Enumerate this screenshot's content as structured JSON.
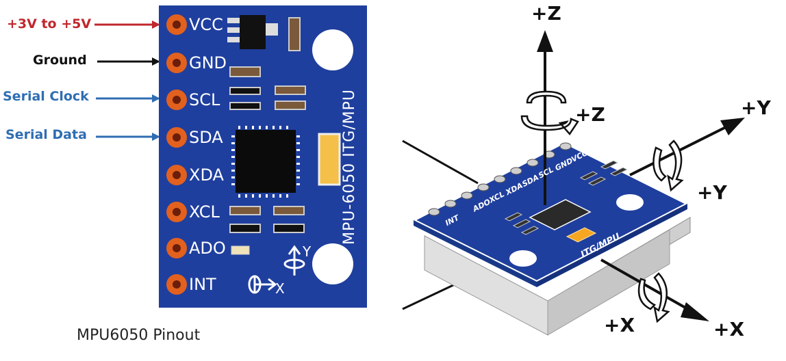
{
  "left_labels": {
    "vcc_desc": "+3V to +5V",
    "gnd_desc": "Ground",
    "scl_desc": "Serial Clock",
    "sda_desc": "Serial Data"
  },
  "pins": [
    "VCC",
    "GND",
    "SCL",
    "SDA",
    "XDA",
    "XCL",
    "ADO",
    "INT"
  ],
  "board_text": "MPU-6050 ITG/MPU",
  "board_axes": {
    "x": "X",
    "y": "Y"
  },
  "caption": "MPU6050 Pinout",
  "axes": {
    "z_top": "+Z",
    "z_rot": "+Z",
    "y_top": "+Y",
    "y_rot": "+Y",
    "x_rot": "+X",
    "x_end": "+X"
  },
  "iso_pins": [
    "VCC",
    "GND",
    "SCL",
    "SDA",
    "XDA",
    "XCL",
    "ADO",
    "INT"
  ],
  "iso_text": "ITG/MPU",
  "colors": {
    "board": "#1f3f9e",
    "pin_ring": "#e2611e",
    "vcc_label": "#c0282d",
    "gnd_label": "#111111",
    "signal_label": "#2f6db3",
    "smd": "#7a5a3a",
    "led": "#f5c04a"
  }
}
